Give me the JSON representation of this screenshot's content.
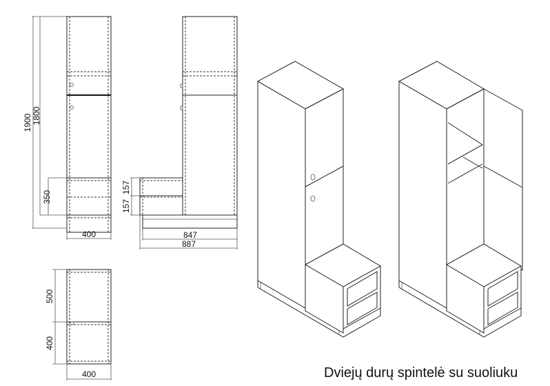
{
  "caption": "Dviejų durų spintelė su suoliuku",
  "dimensions": {
    "front": {
      "total_height": "1900",
      "body_height": "1800",
      "bench_height": "350",
      "width": "400"
    },
    "side": {
      "upper_step": "157",
      "lower_step": "157",
      "inner_depth": "847",
      "total_depth": "887"
    },
    "top_view": {
      "rear_depth": "500",
      "front_depth": "400",
      "width": "400"
    }
  }
}
